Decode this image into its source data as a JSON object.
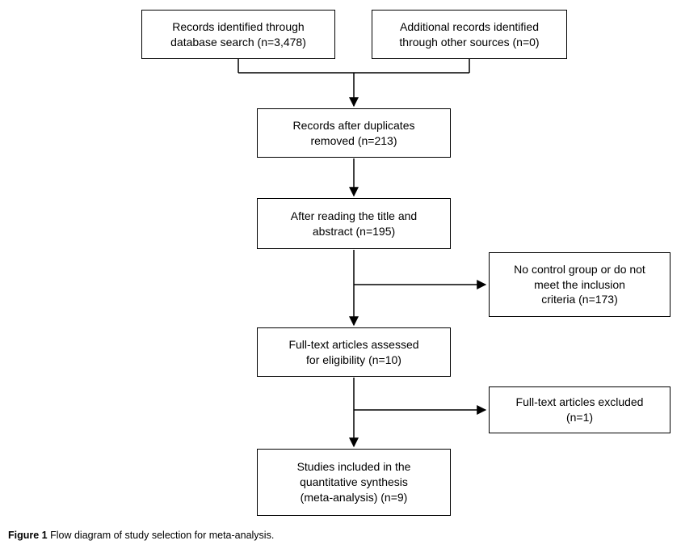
{
  "figure": {
    "caption_label": "Figure 1",
    "caption_text": "Flow diagram of study selection for meta-analysis."
  },
  "boxes": {
    "db_search": [
      "Records identified through",
      "database search (n=3,478)"
    ],
    "other_sources": [
      "Additional records identified",
      "through other sources (n=0)"
    ],
    "after_duplicates": [
      "Records after duplicates",
      "removed (n=213)"
    ],
    "title_abstract": [
      "After reading the title and",
      "abstract (n=195)"
    ],
    "excluded_criteria": [
      "No control group or do not",
      "meet the inclusion",
      "criteria (n=173)"
    ],
    "fulltext_assessed": [
      "Full-text articles assessed",
      "for eligibility (n=10)"
    ],
    "fulltext_excluded": [
      "Full-text articles excluded",
      "(n=1)"
    ],
    "included": [
      "Studies included in the",
      "quantitative synthesis",
      "(meta-analysis) (n=9)"
    ]
  },
  "colors": {
    "background": "#ffffff",
    "box_border": "#000000",
    "text": "#000000"
  }
}
